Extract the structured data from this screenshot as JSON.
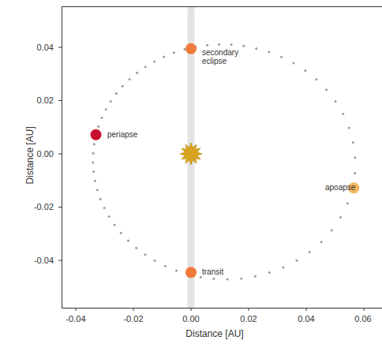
{
  "diagram": {
    "labels": [
      "0.04",
      "0.02",
      "0.00",
      "-0.02",
      "-0.04",
      "-0.04",
      "-0.02",
      "0.00",
      "0.02",
      "0.04",
      "0.06",
      "Distance [AU]",
      "Distance [AU]",
      "secondary eclipse",
      "periapse",
      "apoapse",
      "transit"
    ]
  }
}
